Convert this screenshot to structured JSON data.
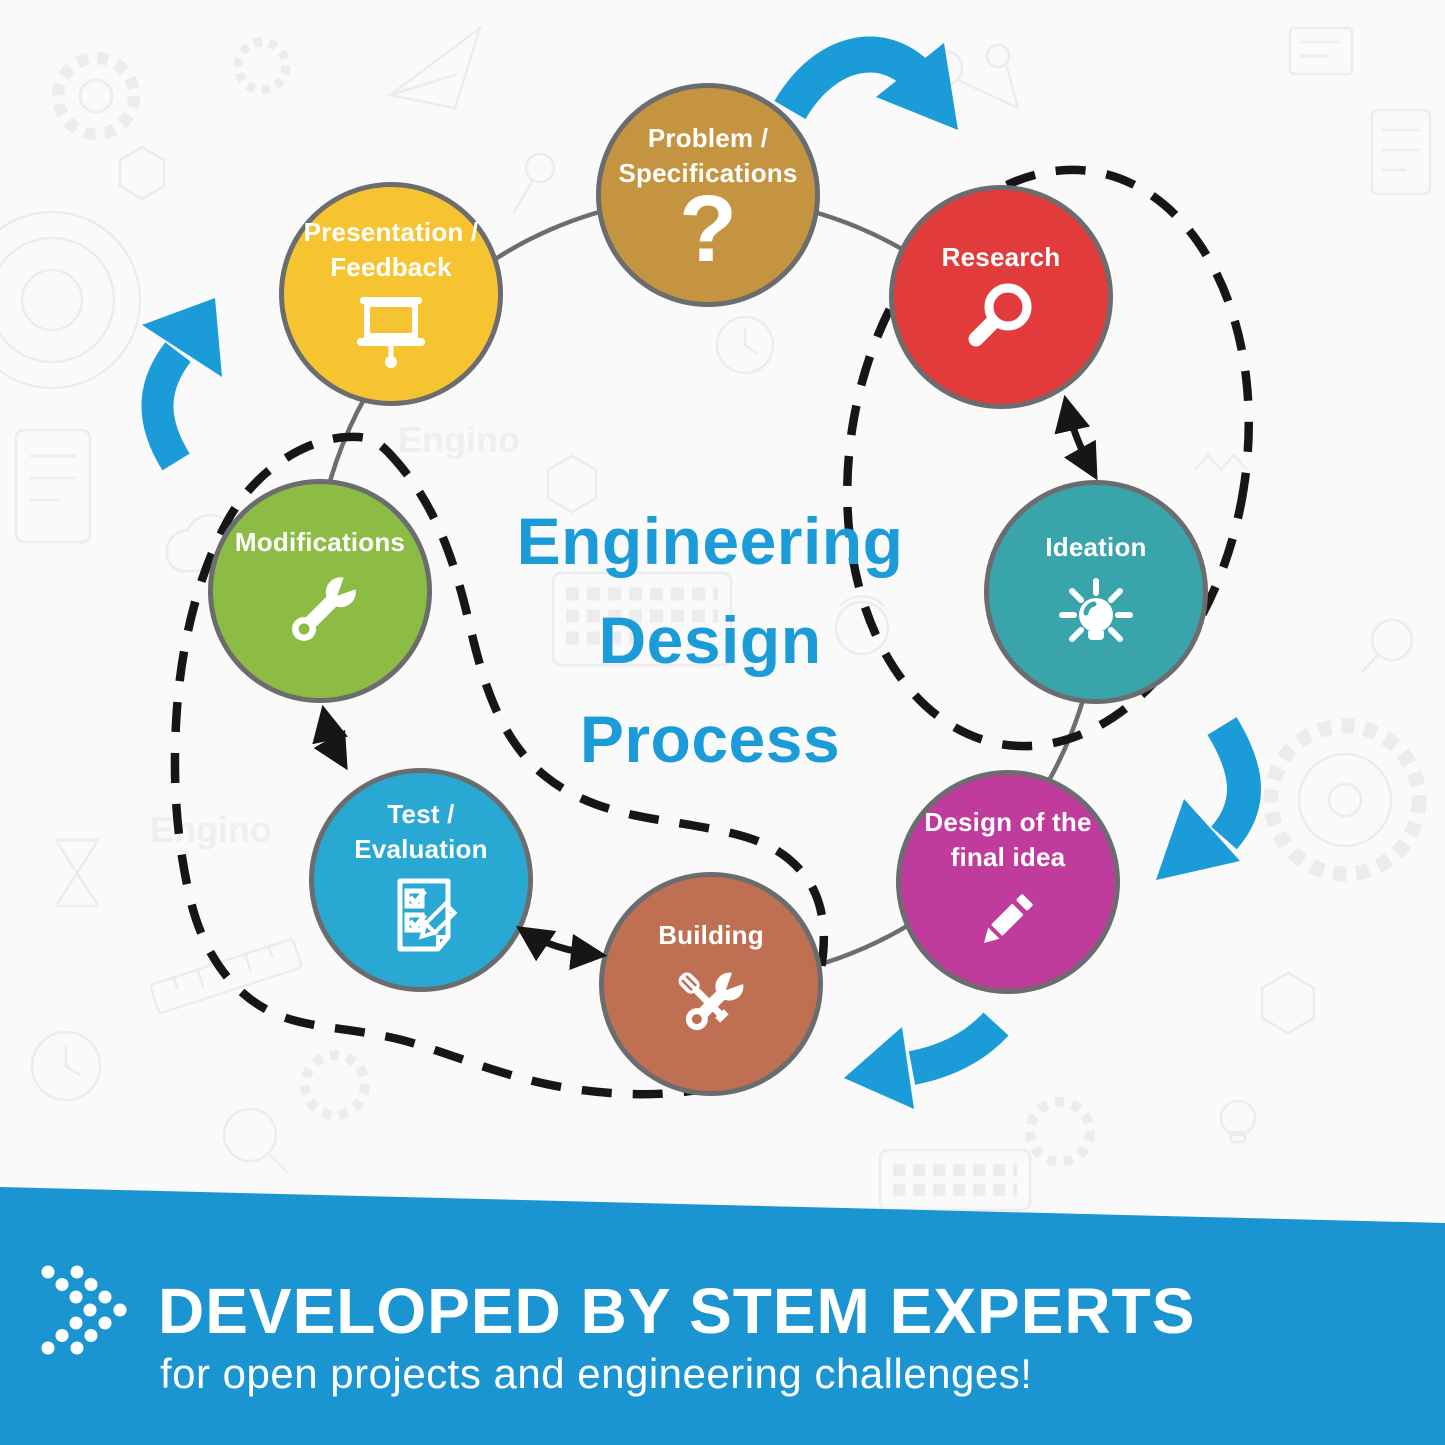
{
  "title": {
    "line1": "Engineering",
    "line2": "Design",
    "line3": "Process"
  },
  "steps": [
    {
      "name": "Problem / Specifications",
      "line1": "Problem /",
      "line2": "Specifications",
      "icon": "question-mark-icon",
      "icon_glyph": "?",
      "color": "#C49440"
    },
    {
      "name": "Research",
      "line1": "Research",
      "icon": "magnifier-icon",
      "color": "#E13B3B"
    },
    {
      "name": "Ideation",
      "line1": "Ideation",
      "icon": "lightbulb-icon",
      "color": "#3AA4AB"
    },
    {
      "name": "Design of the final idea",
      "line1": "Design of the",
      "line2": "final idea",
      "icon": "pencil-icon",
      "color": "#BF3C9D"
    },
    {
      "name": "Building",
      "line1": "Building",
      "icon": "tools-icon",
      "color": "#C07052"
    },
    {
      "name": "Test / Evaluation",
      "line1": "Test /",
      "line2": "Evaluation",
      "icon": "checklist-icon",
      "color": "#2AA8D4"
    },
    {
      "name": "Modifications",
      "line1": "Modifications",
      "icon": "wrench-icon",
      "color": "#8DBC45"
    },
    {
      "name": "Presentation / Feedback",
      "line1": "Presentation /",
      "line2": "Feedback",
      "icon": "presentation-screen-icon",
      "color": "#F6C431"
    }
  ],
  "banner": {
    "headline": "DEVELOPED BY STEM EXPERTS",
    "subline": "for open projects and engineering challenges!",
    "background": "#1B95D1"
  },
  "background": {
    "watermark": "Engino"
  },
  "colors": {
    "accent_blue": "#1B9BD7",
    "banner_blue": "#1B95D1",
    "dash_black": "#161616",
    "ring_gray": "#6D6D6F",
    "border_gray": "#6B6C6E",
    "canvas": "#FAFAFB",
    "doodle_gray": "#ECECEF",
    "text_white": "#FFFFFF"
  }
}
